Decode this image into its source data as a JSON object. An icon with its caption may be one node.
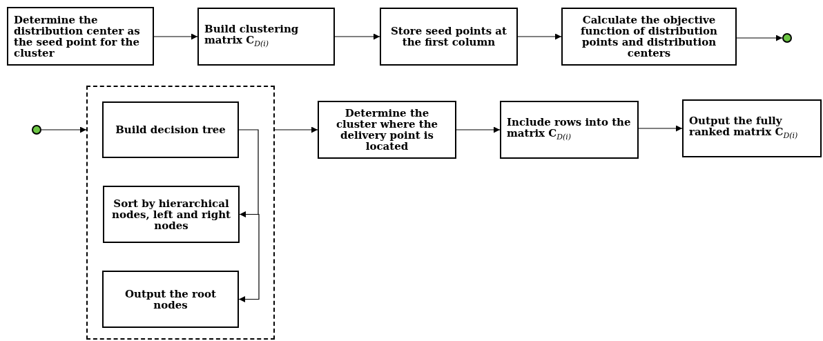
{
  "diagram": {
    "nodes": [
      {
        "text": [
          "Determine the distribution center as the seed point for the cluster"
        ]
      },
      {
        "text": [
          "Build clustering matrix C$_{D(i)}$"
        ]
      },
      {
        "text": [
          "Store seed points at the first column"
        ]
      },
      {
        "text": [
          "Calculate the objective function of distribution points and distribution centers"
        ]
      },
      {
        "text": [],
        "shape": "circle"
      },
      {
        "text": [],
        "shape": "circle"
      },
      {
        "text": [],
        "shape": "box"
      },
      {
        "text": [
          "Build decision tree"
        ],
        "in": 6
      },
      {
        "text": [
          "Sort by hierarchical nodes, left and right nodes"
        ],
        "in": 6
      },
      {
        "text": [
          "Output the root nodes"
        ],
        "in": 6
      },
      {
        "text": [
          "Determine the cluster where the delivery point is located"
        ]
      },
      {
        "text": [
          "Include rows into the matrix C$_{D(i)}$"
        ]
      },
      {
        "text": [
          "Output the fully ranked matrix C$_{D(i)}$"
        ]
      }
    ],
    "edges": [
      {
        "from": 0,
        "to": 1,
        "arrow": "to"
      },
      {
        "from": 1,
        "to": 2,
        "arrow": "to"
      },
      {
        "from": 2,
        "to": 3,
        "arrow": "to"
      },
      {
        "from": 3,
        "to": 4,
        "arrow": "to"
      },
      {
        "from": 5,
        "to": 6,
        "arrow": "to"
      },
      {
        "from": 7,
        "to": 8,
        "arrow": "to"
      },
      {
        "from": 8,
        "to": 9,
        "arrow": "to"
      },
      {
        "from": 6,
        "to": 10,
        "arrow": "to"
      },
      {
        "from": 10,
        "to": 11,
        "arrow": "to"
      },
      {
        "from": 11,
        "to": 12,
        "arrow": "to"
      }
    ]
  }
}
